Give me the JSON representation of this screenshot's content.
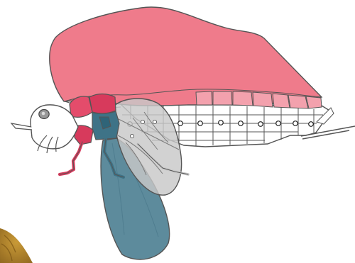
{
  "figure": {
    "type": "anatomical-illustration",
    "subject": "insect-lateral-view",
    "orientation": "head-left",
    "text_labels": []
  },
  "colors": {
    "background": "#ffffff",
    "outline": "#555555",
    "hood": "#ef7b8b",
    "hood_tergites": "#f3a1ad",
    "thorax_segment": "#e44c6b",
    "leg_segment": "#d73a5c",
    "forewing": "#c8c8c8",
    "hindwing": "#4f8194",
    "hindwing_base": "#3e7387",
    "body": "#ffffff",
    "spiracle": "#222222",
    "leaf": "#b7892a"
  },
  "parts": {
    "hood": {
      "color_key": "hood",
      "visible": true
    },
    "forewing": {
      "color_key": "forewing",
      "visible": true
    },
    "hindwing": {
      "color_key": "hindwing",
      "visible": true
    },
    "abdomen": {
      "segments": 9,
      "spiracles": 9
    },
    "legs": {
      "visible_count": 2
    },
    "leaf_fragment": {
      "visible": true
    }
  }
}
